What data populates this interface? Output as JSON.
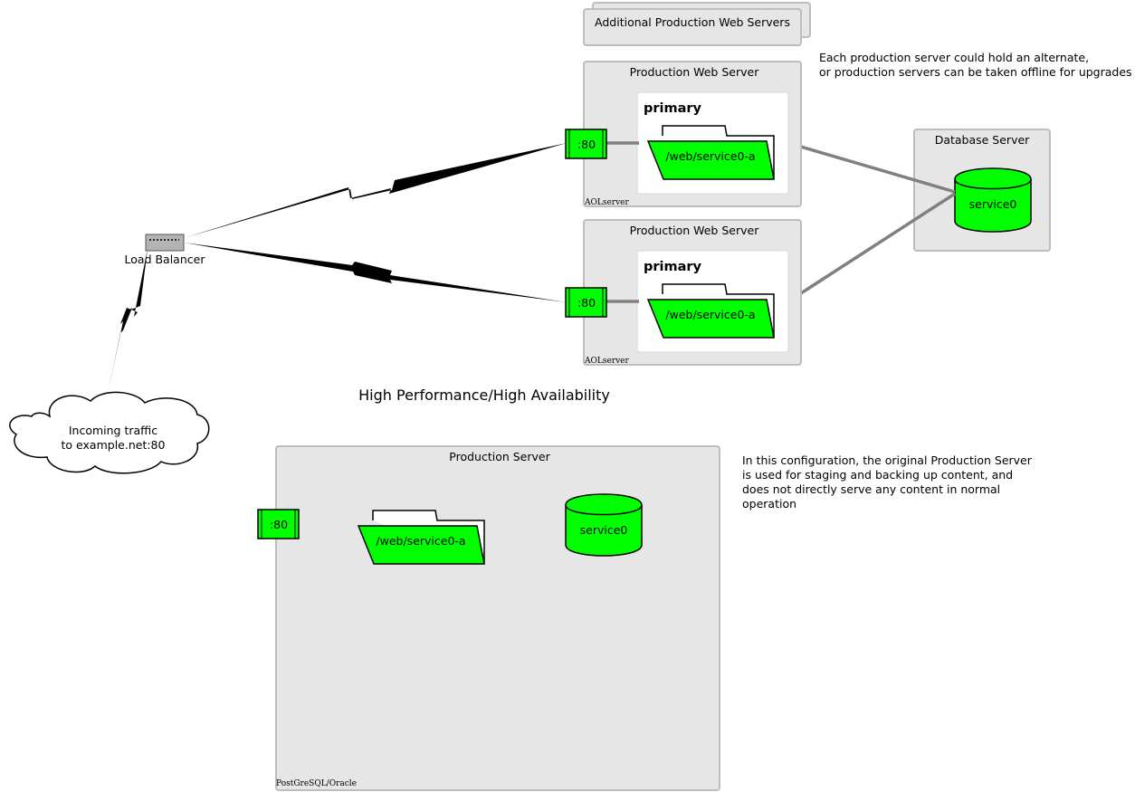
{
  "title": "High Performance/High Availability",
  "additional_servers": {
    "label": "Additional Production Web Servers"
  },
  "note_top": {
    "line1": "Each production server could hold an alternate,",
    "line2": "or production servers can be taken offline for upgrades"
  },
  "web_servers": [
    {
      "label": "Production Web Server",
      "inner_label": "primary",
      "folder": "/web/service0-a",
      "port": ":80",
      "footer": "AOLserver"
    },
    {
      "label": "Production Web Server",
      "inner_label": "primary",
      "folder": "/web/service0-a",
      "port": ":80",
      "footer": "AOLserver"
    }
  ],
  "database_server": {
    "label": "Database Server",
    "db": "service0"
  },
  "load_balancer": {
    "label": "Load Balancer"
  },
  "cloud": {
    "line1": "Incoming traffic",
    "line2": "to example.net:80"
  },
  "production_server": {
    "label": "Production Server",
    "port": ":80",
    "folder": "/web/service0-a",
    "db": "service0",
    "footer": "PostGreSQL/Oracle"
  },
  "note_bottom": {
    "line1": "In this configuration, the original Production Server",
    "line2": "is used for staging and backing up content, and",
    "line3": "does not directly serve any content in normal",
    "line4": "operation"
  },
  "colors": {
    "box_fill": "#e6e6e6",
    "box_stroke": "#bdbdbd",
    "green": "#00ff00",
    "connector": "#808080",
    "lb_fill": "#b3b3b3"
  }
}
